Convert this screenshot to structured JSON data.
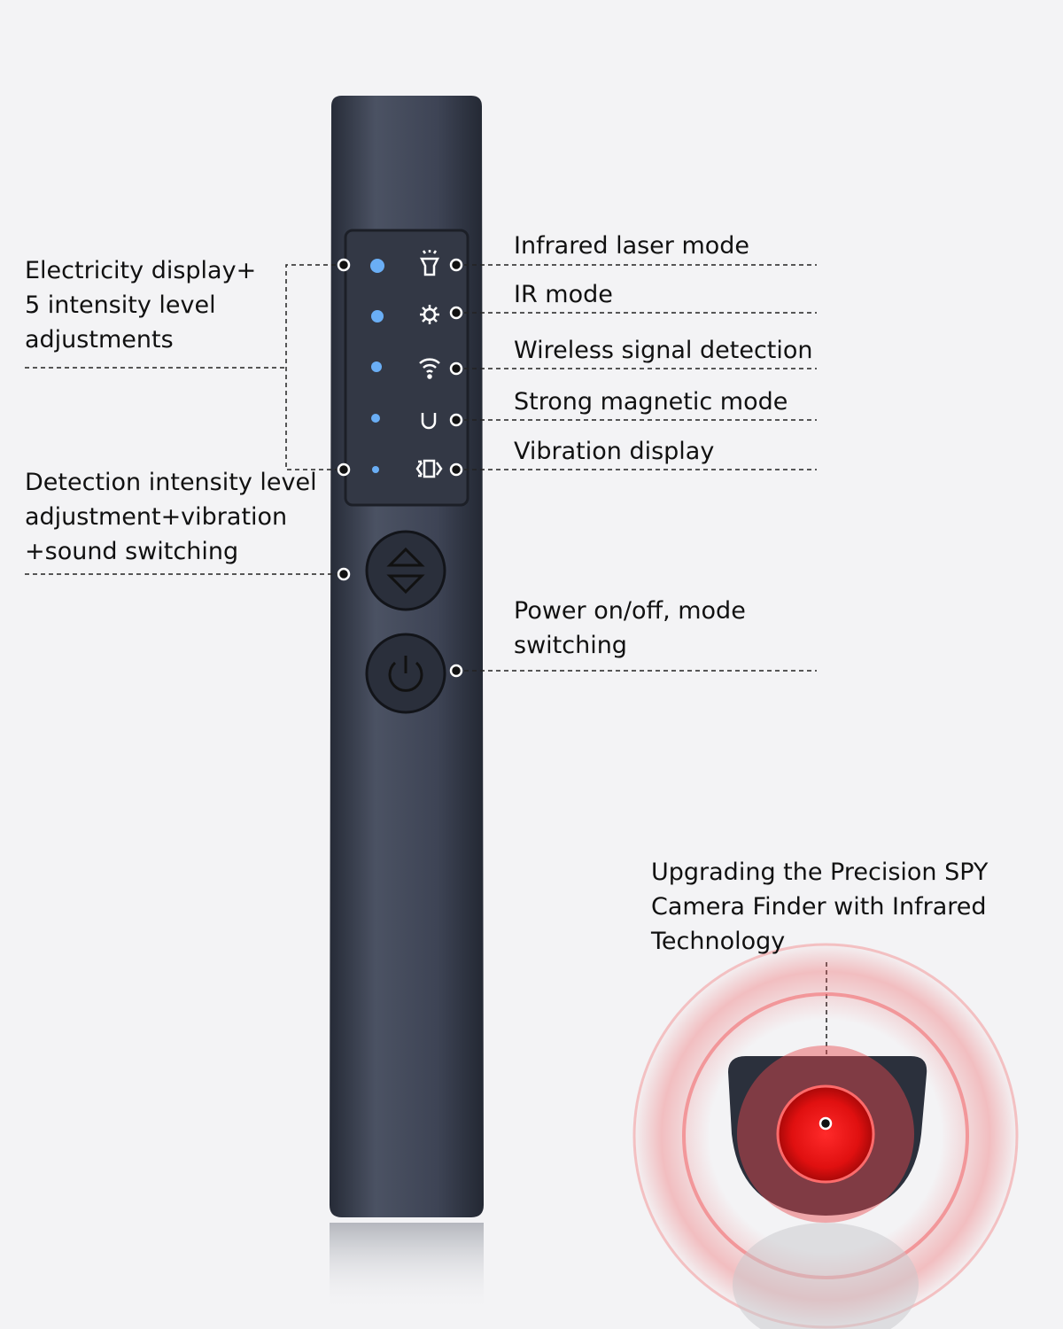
{
  "left_labels": {
    "electricity": [
      "Electricity display+",
      "5 intensity level",
      "adjustments"
    ],
    "detection": [
      "Detection intensity level",
      "adjustment+vibration",
      "+sound switching"
    ]
  },
  "right_labels": {
    "infrared_laser": "Infrared laser mode",
    "ir": "IR mode",
    "wireless": "Wireless signal detection",
    "magnetic": "Strong magnetic mode",
    "vibration": "Vibration display",
    "power": [
      "Power on/off, mode",
      "switching"
    ]
  },
  "callout": [
    "Upgrading the Precision SPY",
    "Camera Finder with Infrared",
    "Technology"
  ],
  "icons": [
    "flashlight-icon",
    "gear-icon",
    "wifi-icon",
    "magnet-icon",
    "vibration-icon",
    "up-down-arrows-icon",
    "power-icon"
  ],
  "colors": {
    "device": "#2f3543",
    "led": "#6aaef5",
    "infrared": "#e8151a",
    "background": "#f3f3f5"
  }
}
